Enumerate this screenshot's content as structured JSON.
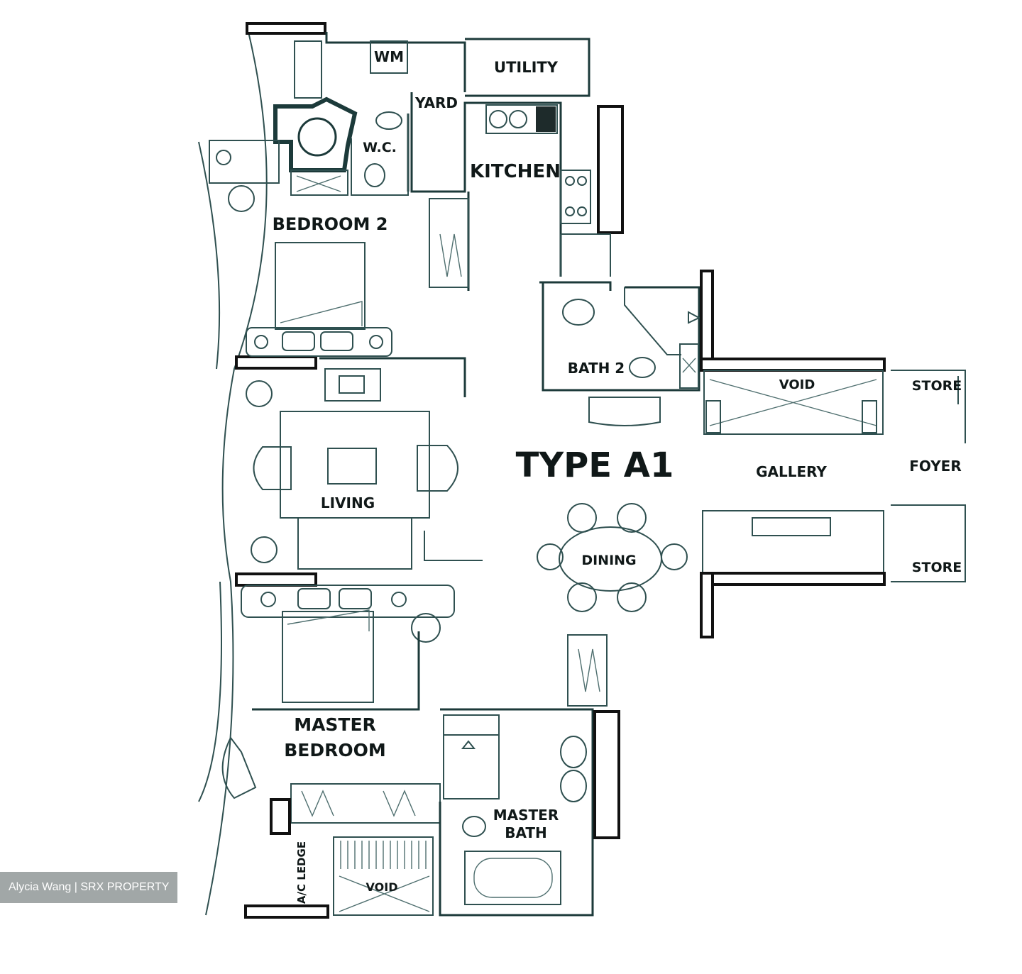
{
  "plan": {
    "title": "TYPE A1",
    "rooms": {
      "wm": "WM",
      "utility": "UTILITY",
      "yard": "YARD",
      "wc": "W.C.",
      "kitchen": "KITCHEN",
      "bedroom2": "BEDROOM 2",
      "bath2": "BATH 2",
      "void_top": "VOID",
      "store_top": "STORE",
      "foyer": "FOYER",
      "gallery": "GALLERY",
      "living": "LIVING",
      "dining": "DINING",
      "store_bottom": "STORE",
      "master_bedroom_1": "MASTER",
      "master_bedroom_2": "BEDROOM",
      "master_bath_1": "MASTER",
      "master_bath_2": "BATH",
      "ac_ledge": "A/C LEDGE",
      "void_bottom": "VOID"
    }
  },
  "watermark": "Alycia Wang | SRX PROPERTY"
}
